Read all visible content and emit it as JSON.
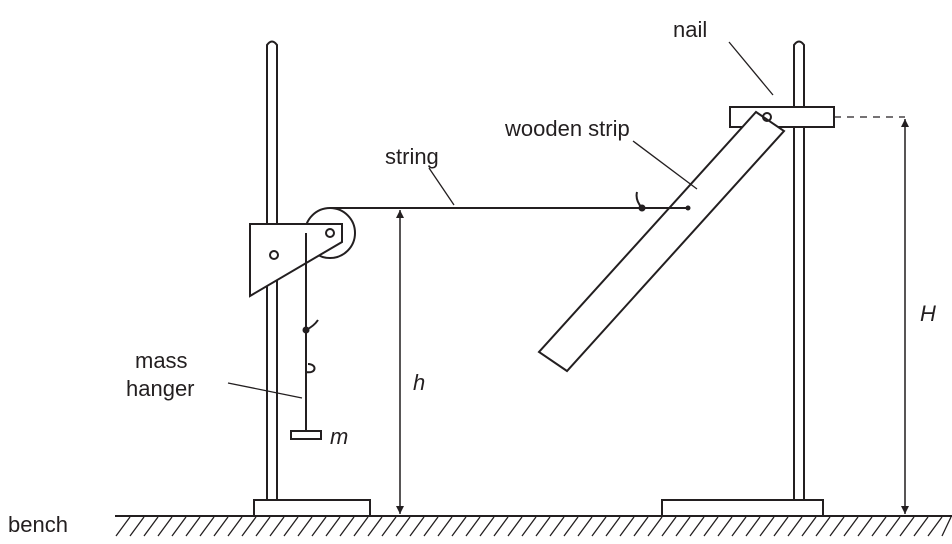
{
  "labels": {
    "nail": "nail",
    "wooden_strip": "wooden strip",
    "string": "string",
    "mass_hanger_line1": "mass",
    "mass_hanger_line2": "hanger",
    "h": "h",
    "H": "H",
    "m": "m",
    "bench": "bench"
  }
}
